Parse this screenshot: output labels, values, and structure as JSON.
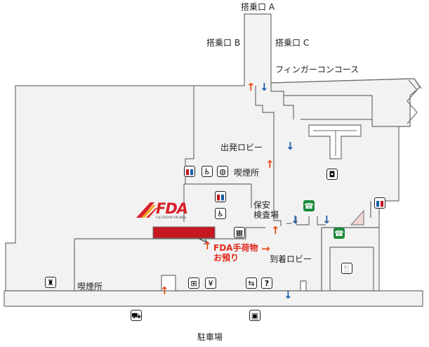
{
  "labels": {
    "gate_a": "搭乗口 A",
    "gate_b": "搭乗口 B",
    "gate_c": "搭乗口 C",
    "finger_concourse": "フィンガーコンコース",
    "departure_lobby": "出発ロビー",
    "smoking_room_upper": "喫煙所",
    "security_line1": "保安",
    "security_line2": "検査場",
    "baggage_line1": "FDA手荷物",
    "baggage_line2": "お預り",
    "arrival_lobby": "到着ロビー",
    "smoking_room_lower": "喫煙所",
    "parking": "駐車場"
  },
  "logo": {
    "text": "FDA",
    "subtext": "FUJI DREAM AIRLINES"
  },
  "icons": {
    "restroom": "restroom-icon",
    "wheelchair": "accessible-restroom-icon",
    "nursing": "nursing-room-icon",
    "phone": "telephone-icon",
    "restaurant": "restaurant-icon",
    "stairs": "stairs-icon",
    "atm": "atm-yen-icon",
    "gift": "gift-shop-icon",
    "info": "information-icon",
    "police": "police-icon",
    "baggage": "baggage-claim-icon",
    "car": "car-icon",
    "bus": "bus-icon"
  },
  "colors": {
    "floor": "#f2f2f2",
    "wall": "#6e6e6e",
    "arrow_up": "#e84a1a",
    "arrow_down": "#1a5aa8",
    "counter": "#c4171f",
    "logo_red": "#d9202a",
    "logo_yellow": "#f2a91b"
  }
}
